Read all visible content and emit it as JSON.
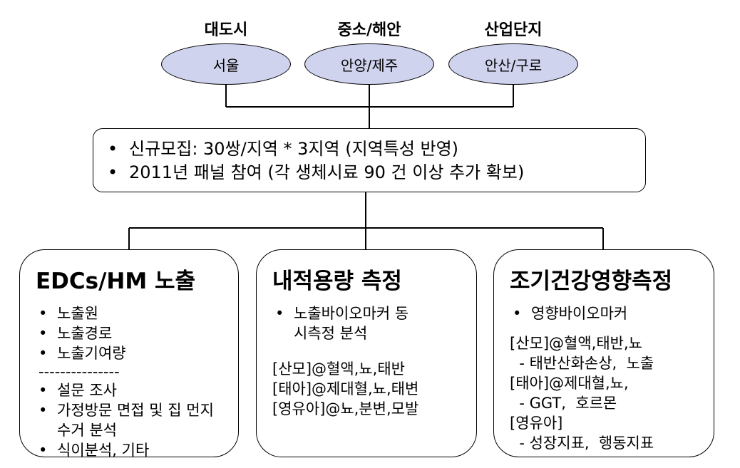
{
  "regions": [
    {
      "title": "대도시",
      "sites": "서울"
    },
    {
      "title": "중소/해안",
      "sites": "안양/제주"
    },
    {
      "title": "산업단지",
      "sites": "안산/구로"
    }
  ],
  "recruitment": [
    "신규모집: 30쌍/지역 * 3지역 (지역특성 반영)",
    "2011년 패널 참여 (각 생체시료 90 건 이상 추가 확보)"
  ],
  "cards": [
    {
      "title": "EDCs/HM 노출",
      "items_a": [
        "노출원",
        "노출경로",
        "노출기여량"
      ],
      "separator": "---------------",
      "items_b": [
        "설문 조사",
        "가정방문 면접 및 집 먼지 수거 분석",
        "식이분석, 기타"
      ]
    },
    {
      "title": "내적용량 측정",
      "items": [
        "노출바이오마커 동시측정 분석"
      ],
      "lines": [
        "[산모]@혈액,뇨,태반",
        "[태아]@제대혈,뇨,태변",
        "[영유아]@뇨,분변,모발"
      ]
    },
    {
      "title": "조기건강영향측정",
      "items": [
        "영향바이오마커"
      ],
      "lines": [
        "[산모]@혈액,태반,뇨",
        "  - 태반산화손상,  노출",
        "[태아]@제대혈,뇨,",
        "  - GGT,  호르몬",
        "[영유아]",
        "  - 성장지표,  행동지표"
      ]
    }
  ]
}
